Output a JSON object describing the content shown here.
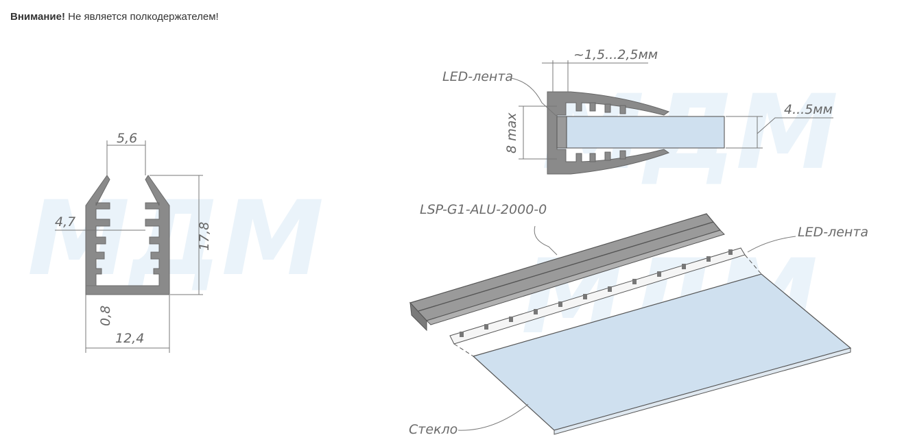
{
  "notice": {
    "bold": "Внимание!",
    "text": " Не является полкодержателем!"
  },
  "watermark": "МДМ",
  "profile_section": {
    "dim_top_width": "5,6",
    "dim_inner": "4,7",
    "dim_height": "17,8",
    "dim_bottom": "0,8",
    "dim_total_width": "12,4"
  },
  "cross_section": {
    "led_label": "LED-лента",
    "gap": "~1,5...2,5мм",
    "max_height": "8 max",
    "glass_thickness": "4...5мм"
  },
  "assembly": {
    "profile_code": "LSP-G1-ALU-2000-0",
    "led_label": "LED-лента",
    "glass_label": "Стекло"
  },
  "colors": {
    "profile": "#8a8a8a",
    "profile_dark": "#6f6f6f",
    "glass": "#cfe0ef",
    "watermark": "#eaf3fa"
  }
}
